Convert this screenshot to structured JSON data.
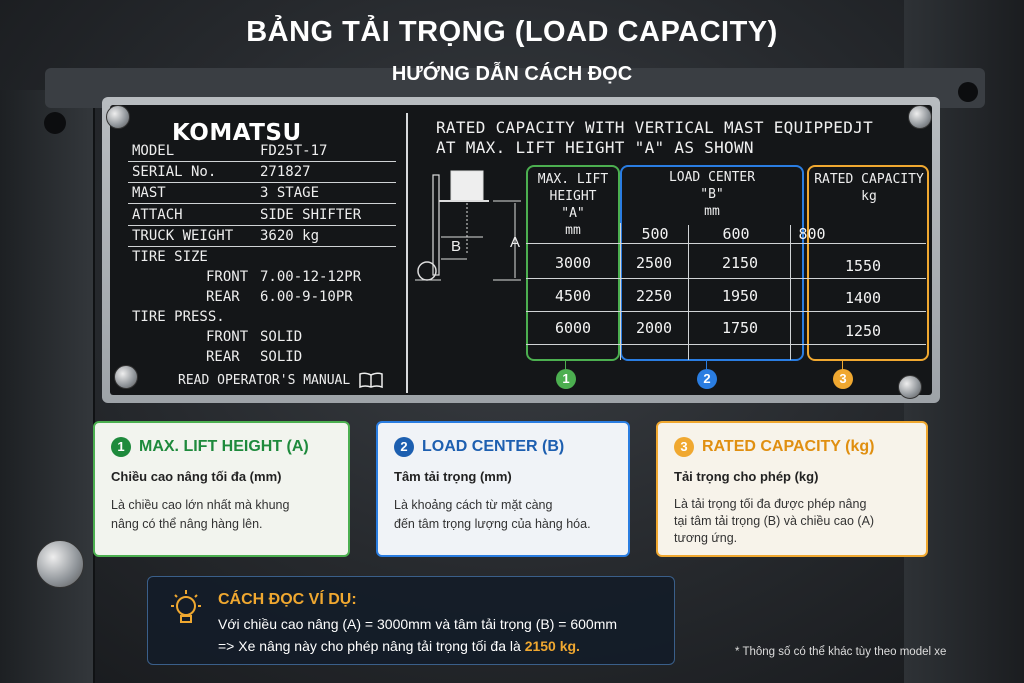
{
  "title": "BẢNG TẢI TRỌNG (LOAD CAPACITY)",
  "subtitle": "HƯỚNG DẪN CÁCH ĐỌC",
  "plate": {
    "brand": "KOMATSU",
    "specs": {
      "model_label": "MODEL",
      "model_value": "FD25T-17",
      "serial_label": "SERIAL No.",
      "serial_value": "271827",
      "mast_label": "MAST",
      "mast_value": "3 STAGE",
      "attach_label": "ATTACH",
      "attach_value": "SIDE SHIFTER",
      "weight_label": "TRUCK WEIGHT",
      "weight_value": "3620  kg",
      "tire_size_label": "TIRE SIZE",
      "front_label": "FRONT",
      "front_value": "7.00-12-12PR",
      "rear_label": "REAR",
      "rear_value": "6.00-9-10PR",
      "tire_press_label": "TIRE PRESS.",
      "press_front_label": "FRONT",
      "press_front_value": "SOLID",
      "press_rear_label": "REAR",
      "press_rear_value": "SOLID",
      "manual": "READ OPERATOR'S MANUAL"
    },
    "heading_line1": "RATED CAPACITY WITH VERTICAL MAST EQUIPPEDJT",
    "heading_line2": "AT MAX. LIFT HEIGHT \"A\" AS SHOWN",
    "diagram": {
      "label_a": "A",
      "label_b": "B"
    },
    "table": {
      "h1_l1": "MAX. LIFT",
      "h1_l2": "HEIGHT",
      "h1_l3": "\"A\"",
      "h1_l4": "mm",
      "h2_l1": "LOAD CENTER",
      "h2_l2": "\"B\"",
      "h2_l3": "mm",
      "h3_l1": "RATED CAPACITY",
      "h3_l2": "kg",
      "centers": [
        "500",
        "600",
        "800"
      ],
      "rows": [
        {
          "height": "3000",
          "c500": "2500",
          "c600": "2150",
          "c800": "1550"
        },
        {
          "height": "4500",
          "c500": "2250",
          "c600": "1950",
          "c800": "1400"
        },
        {
          "height": "6000",
          "c500": "2000",
          "c600": "1750",
          "c800": "1250"
        }
      ]
    },
    "markers": [
      "1",
      "2",
      "3"
    ]
  },
  "cards": [
    {
      "num": "1",
      "title": "MAX. LIFT HEIGHT (A)",
      "sub": "Chiều cao nâng tối đa (mm)",
      "text1": "Là chiều cao lớn nhất mà khung",
      "text2": "nâng có thể nâng hàng lên.",
      "color": "#1e8a3c"
    },
    {
      "num": "2",
      "title": "LOAD CENTER (B)",
      "sub": "Tâm tải trọng (mm)",
      "text1": "Là khoảng cách từ mặt càng",
      "text2": "đến tâm trọng lượng của hàng hóa.",
      "color": "#1d5fb0"
    },
    {
      "num": "3",
      "title": "RATED CAPACITY (kg)",
      "sub": "Tải trọng cho phép (kg)",
      "text1": "Là tải trọng tối đa được phép nâng",
      "text2": "tại tâm tải trọng (B) và chiều cao (A)",
      "text3": "tương ứng.",
      "color": "#e59a17"
    }
  ],
  "example": {
    "title": "CÁCH ĐỌC VÍ DỤ:",
    "line1": "Với chiều cao nâng (A) = 3000mm và tâm tải trọng (B) = 600mm",
    "line2_prefix": "=> Xe nâng này cho phép nâng tải trọng tối đa là ",
    "line2_highlight": "2150 kg."
  },
  "note": "* Thông số có thể khác tùy theo model xe",
  "colors": {
    "green": "#4caf50",
    "blue": "#2a7de1",
    "orange": "#f0a830"
  }
}
